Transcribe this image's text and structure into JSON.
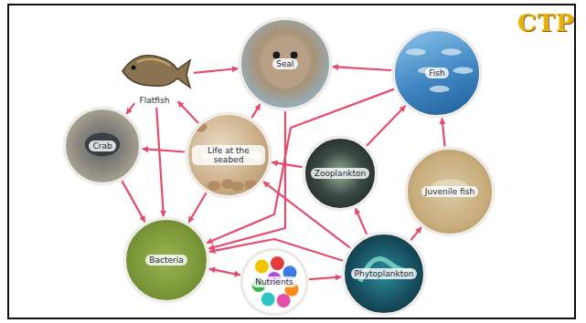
{
  "diagram": {
    "nodes": [
      {
        "text": [
          "Seal"
        ]
      },
      {
        "text": [
          "Flatfish"
        ]
      },
      {
        "text": [
          "Fish"
        ]
      },
      {
        "text": [
          "Crab"
        ]
      },
      {
        "text": [
          "Life at the seabed"
        ]
      },
      {
        "text": [
          "Zooplankton"
        ]
      },
      {
        "text": [
          "Juvenile fish"
        ]
      },
      {
        "text": [
          "Bacteria"
        ]
      },
      {
        "text": [
          "Nutrients"
        ]
      },
      {
        "text": [
          "Phytoplankton"
        ]
      }
    ],
    "edges": [
      {
        "from": 1,
        "to": 0,
        "arrow": "to"
      },
      {
        "from": 1,
        "to": 3,
        "arrow": "to"
      },
      {
        "from": 1,
        "to": 7,
        "arrow": "to"
      },
      {
        "from": 4,
        "to": 1,
        "arrow": "to"
      },
      {
        "from": 4,
        "to": 0,
        "arrow": "to"
      },
      {
        "from": 4,
        "to": 3,
        "arrow": "to"
      },
      {
        "from": 4,
        "to": 7,
        "arrow": "to"
      },
      {
        "from": 3,
        "to": 7,
        "arrow": "to"
      },
      {
        "from": 0,
        "to": 7,
        "arrow": "to"
      },
      {
        "from": 2,
        "to": 0,
        "arrow": "to"
      },
      {
        "from": 2,
        "to": 7,
        "arrow": "to"
      },
      {
        "from": 5,
        "to": 2,
        "arrow": "to"
      },
      {
        "from": 5,
        "to": 4,
        "arrow": "to"
      },
      {
        "from": 6,
        "to": 2,
        "arrow": "to"
      },
      {
        "from": 9,
        "to": 5,
        "arrow": "to"
      },
      {
        "from": 9,
        "to": 6,
        "arrow": "to"
      },
      {
        "from": 9,
        "to": 4,
        "arrow": "to"
      },
      {
        "from": 9,
        "to": 7,
        "arrow": "to"
      },
      {
        "from": 7,
        "to": 8,
        "arrow": "both"
      },
      {
        "from": 8,
        "to": 9,
        "arrow": "to"
      }
    ],
    "labels": [
      "CTP"
    ]
  }
}
